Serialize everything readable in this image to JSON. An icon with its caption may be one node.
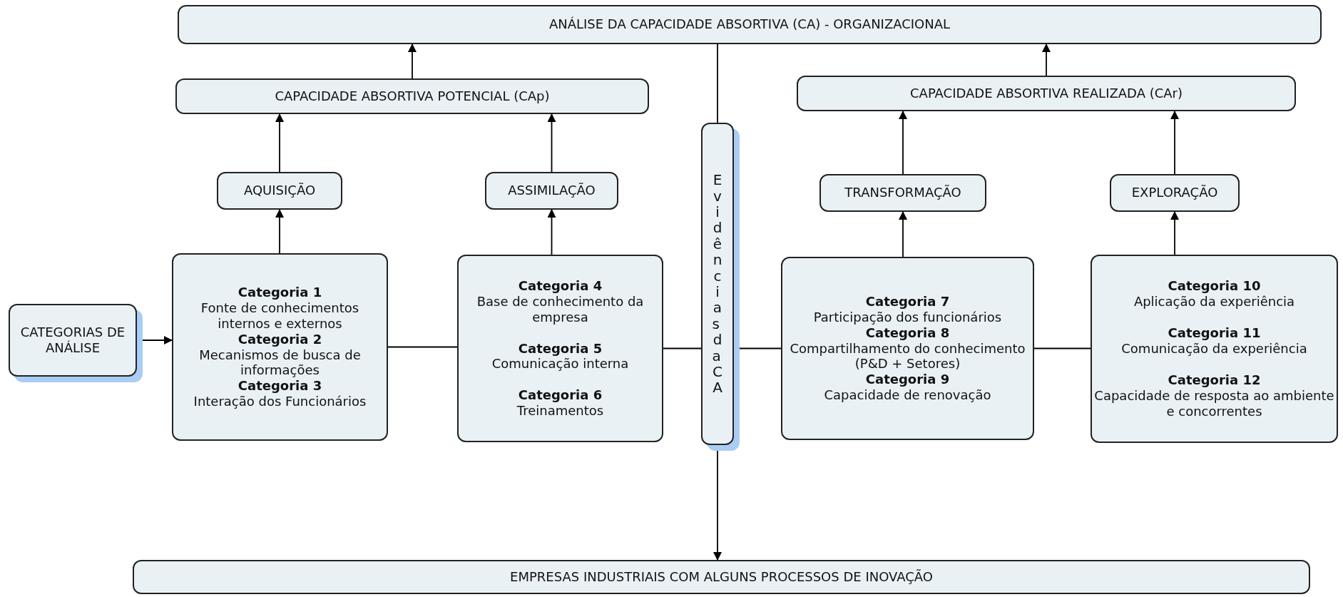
{
  "diagram": {
    "nodes": [
      {
        "text": [
          "ANÁLISE DA CAPACIDADE ABSORTIVA (CA) - ORGANIZACIONAL"
        ]
      },
      {
        "text": [
          "CAPACIDADE ABSORTIVA POTENCIAL  (CAp)"
        ]
      },
      {
        "text": [
          "CAPACIDADE ABSORTIVA REALIZADA (CAr)"
        ]
      },
      {
        "text": [
          "AQUISIÇÃO"
        ]
      },
      {
        "text": [
          "ASSIMILAÇÃO"
        ]
      },
      {
        "text": [
          "TRANSFORMAÇÃO"
        ]
      },
      {
        "text": [
          "EXPLORAÇÃO"
        ]
      },
      {
        "text": [
          "CATEGORIAS DE ANÁLISE"
        ]
      },
      {
        "text": [
          "Categoria 1",
          "Fonte de conhecimentos internos e externos",
          "Categoria 2",
          "Mecanismos de busca de informações",
          "Categoria 3",
          "Interação dos Funcionários"
        ]
      },
      {
        "text": [
          "Categoria 4",
          "Base de conhecimento da empresa",
          "Categoria 5",
          "Comunicação interna",
          "Categoria 6",
          "Treinamentos"
        ]
      },
      {
        "text": [
          "Evidências da CA"
        ]
      },
      {
        "text": [
          "Categoria 7",
          "Participação dos funcionários",
          "Categoria 8",
          "Compartilhamento do conhecimento (P&D + Setores)",
          "Categoria 9",
          "Capacidade de renovação"
        ]
      },
      {
        "text": [
          "Categoria 10",
          "Aplicação da experiência",
          "Categoria 11",
          "Comunicação da experiência",
          "Categoria 12",
          "Capacidade de resposta ao ambiente e concorrentes"
        ]
      },
      {
        "text": [
          "EMPRESAS INDUSTRIAIS COM ALGUNS PROCESSOS DE INOVAÇÃO"
        ]
      }
    ],
    "edges": [
      {
        "from": 1,
        "to": 0,
        "arrow": "to"
      },
      {
        "from": 2,
        "to": 0,
        "arrow": "to"
      },
      {
        "from": 3,
        "to": 1,
        "arrow": "to"
      },
      {
        "from": 4,
        "to": 1,
        "arrow": "to"
      },
      {
        "from": 5,
        "to": 2,
        "arrow": "to"
      },
      {
        "from": 6,
        "to": 2,
        "arrow": "to"
      },
      {
        "from": 8,
        "to": 3,
        "arrow": "to"
      },
      {
        "from": 9,
        "to": 4,
        "arrow": "to"
      },
      {
        "from": 11,
        "to": 5,
        "arrow": "to"
      },
      {
        "from": 12,
        "to": 6,
        "arrow": "to"
      },
      {
        "from": 7,
        "to": 8,
        "arrow": "to"
      },
      {
        "from": 8,
        "to": 9,
        "arrow": "none"
      },
      {
        "from": 9,
        "to": 10,
        "arrow": "none"
      },
      {
        "from": 10,
        "to": 11,
        "arrow": "none"
      },
      {
        "from": 11,
        "to": 12,
        "arrow": "none"
      },
      {
        "from": 0,
        "to": 10,
        "arrow": "none"
      },
      {
        "from": 10,
        "to": 13,
        "arrow": "to"
      }
    ]
  }
}
